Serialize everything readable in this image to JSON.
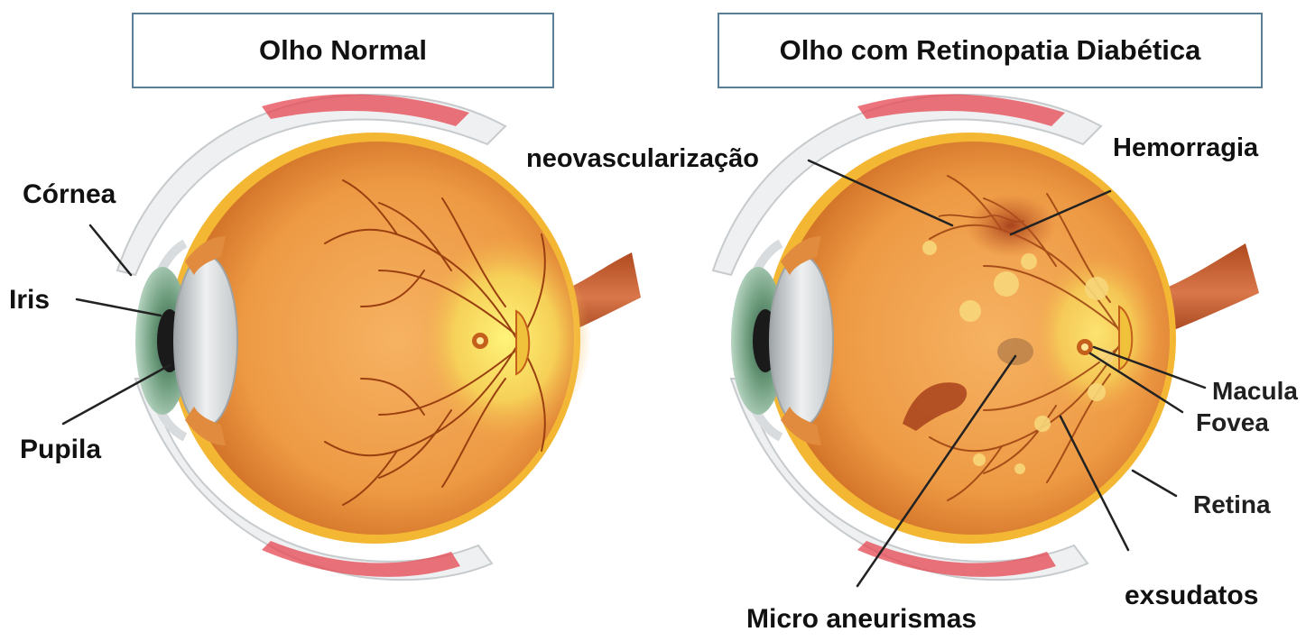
{
  "titles": {
    "normal": "Olho Normal",
    "diabetic": "Olho com Retinopatia Diabética"
  },
  "labels": {
    "cornea": "Córnea",
    "iris": "Iris",
    "pupil": "Pupila",
    "neovascularization": "neovascularização",
    "hemorrhage": "Hemorragia",
    "macula": "Macula",
    "fovea": "Fovea",
    "retina": "Retina",
    "exudates": "exsudatos",
    "microaneurysms": "Micro aneurismas"
  },
  "colors": {
    "globe_inner": "#f2a550",
    "globe_outer": "#c5601c",
    "sclera_edge": "#f3b734",
    "vessel": "#9a3f10",
    "optic_disc": "#fdf276",
    "hemorrhage": "#a8421c",
    "exudate": "#f8d77a",
    "iris": "#6d9c7c",
    "pupil": "#1a1a1a",
    "lens": "#d9dcdd",
    "eyelid": "#eef0f1",
    "eyelid_red": "#e64650",
    "box_border": "#5a7f95"
  }
}
